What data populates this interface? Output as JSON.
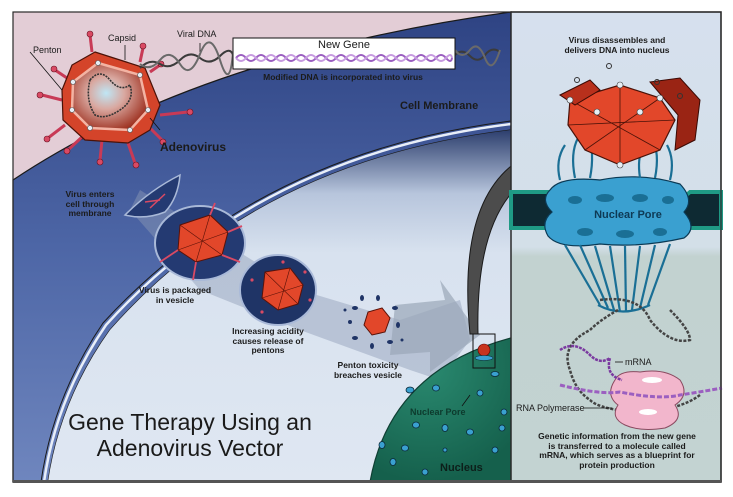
{
  "title": {
    "line1": "Gene Therapy Using an",
    "line2": "Adenovirus Vector"
  },
  "labels": {
    "penton": "Penton",
    "capsid": "Capsid",
    "viral_dna": "Viral DNA",
    "new_gene": "New Gene",
    "modified_dna": "Modified DNA is incorporated into virus",
    "cell_membrane": "Cell Membrane",
    "adenovirus": "Adenovirus",
    "virus_enters": [
      "Virus enters",
      "cell through",
      "membrane"
    ],
    "virus_packaged": [
      "Virus is packaged",
      "in vesicle"
    ],
    "increasing_acidity": [
      "Increasing acidity",
      "causes release of",
      "pentons"
    ],
    "penton_toxicity": [
      "Penton toxicity",
      "breaches vesicle"
    ],
    "nuclear_pore_small": "Nuclear Pore",
    "nucleus": "Nucleus",
    "virus_disassembles": [
      "Virus disassembles and",
      "delivers DNA into nucleus"
    ],
    "nuclear_pore_large": "Nuclear Pore",
    "mrna": "mRNA",
    "rna_polymerase": "RNA Polymerase",
    "genetic_info": [
      "Genetic information from the new gene",
      "is transferred to a molecule called",
      "mRNA, which serves as a blueprint for",
      "protein production"
    ]
  },
  "colors": {
    "extracellular": "#e3cdd6",
    "membrane": "#4a62a0",
    "cytoplasm": "#d6e0ee",
    "nucleus": "#1f7a63",
    "virus": "#e2472a",
    "penton": "#d94a64",
    "nuclear_pore": "#3aa0d0",
    "dna_purple": "#9b5fc0",
    "polymerase": "#f2b6cc",
    "arrow": "#5a5a5a",
    "right_panel_top": "#d6e0ee",
    "right_panel_bottom": "#c4d3d3"
  }
}
